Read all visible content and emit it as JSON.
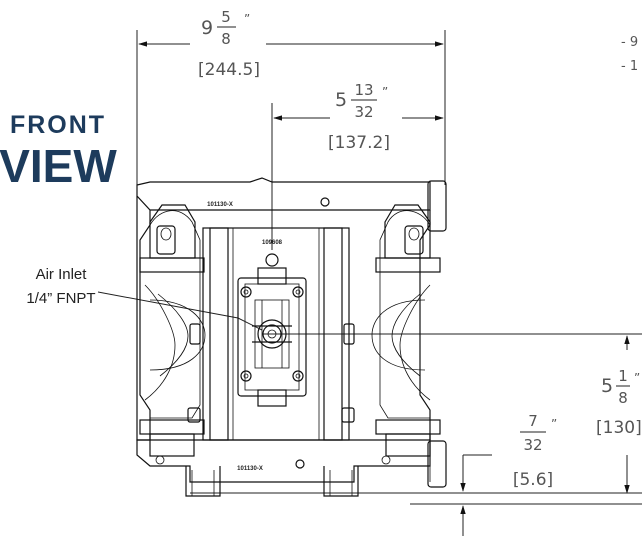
{
  "heading": {
    "line1": "FRONT",
    "line2": "VIEW"
  },
  "callout": {
    "line1": "Air Inlet",
    "line2": "1/4” FNPT"
  },
  "part_marks": {
    "top_plate": "101130-X",
    "center_block": "109608",
    "bottom_plate": "101130-X"
  },
  "dim_overall_width": {
    "whole": "9",
    "num": "5",
    "den": "8",
    "unit": "”",
    "mm": "[244.5]"
  },
  "dim_center_offset": {
    "whole": "5",
    "num": "13",
    "den": "32",
    "unit": "”",
    "mm": "[137.2]"
  },
  "dim_inlet_height": {
    "whole": "5",
    "num": "1",
    "den": "8",
    "unit": "”",
    "mm": "[130]"
  },
  "dim_foot_height": {
    "num": "7",
    "den": "32",
    "unit": "”",
    "mm": "[5.6]"
  },
  "legend_fragments": {
    "line1": "- 9",
    "line2": "- 1"
  },
  "colors": {
    "heading": "#1d3b5c",
    "line": "#111111",
    "dimension_text": "#555555"
  }
}
